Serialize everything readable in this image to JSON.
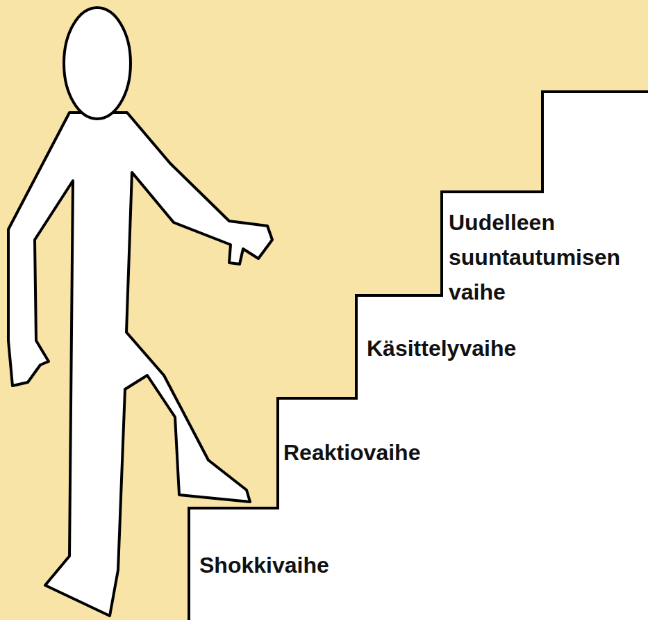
{
  "diagram": {
    "labels": [
      "Shokkivaihe",
      "Reaktiovaihe",
      "Käsittelyvaihe",
      "Uudelleen suuntautumisen vaihe"
    ]
  }
}
